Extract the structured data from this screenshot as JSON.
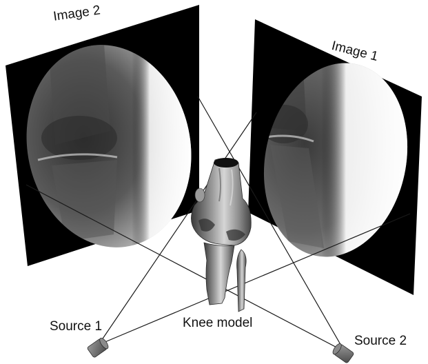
{
  "labels": {
    "image2": "Image 2",
    "image1": "Image 1",
    "knee_model": "Knee model",
    "source1": "Source 1",
    "source2": "Source 2"
  },
  "colors": {
    "panel": "#000000",
    "ray": "#1a1a1a",
    "bone_light": "#cfcfcf",
    "bone_dark": "#3a3a3a",
    "source_body": "#6e6e6e"
  }
}
